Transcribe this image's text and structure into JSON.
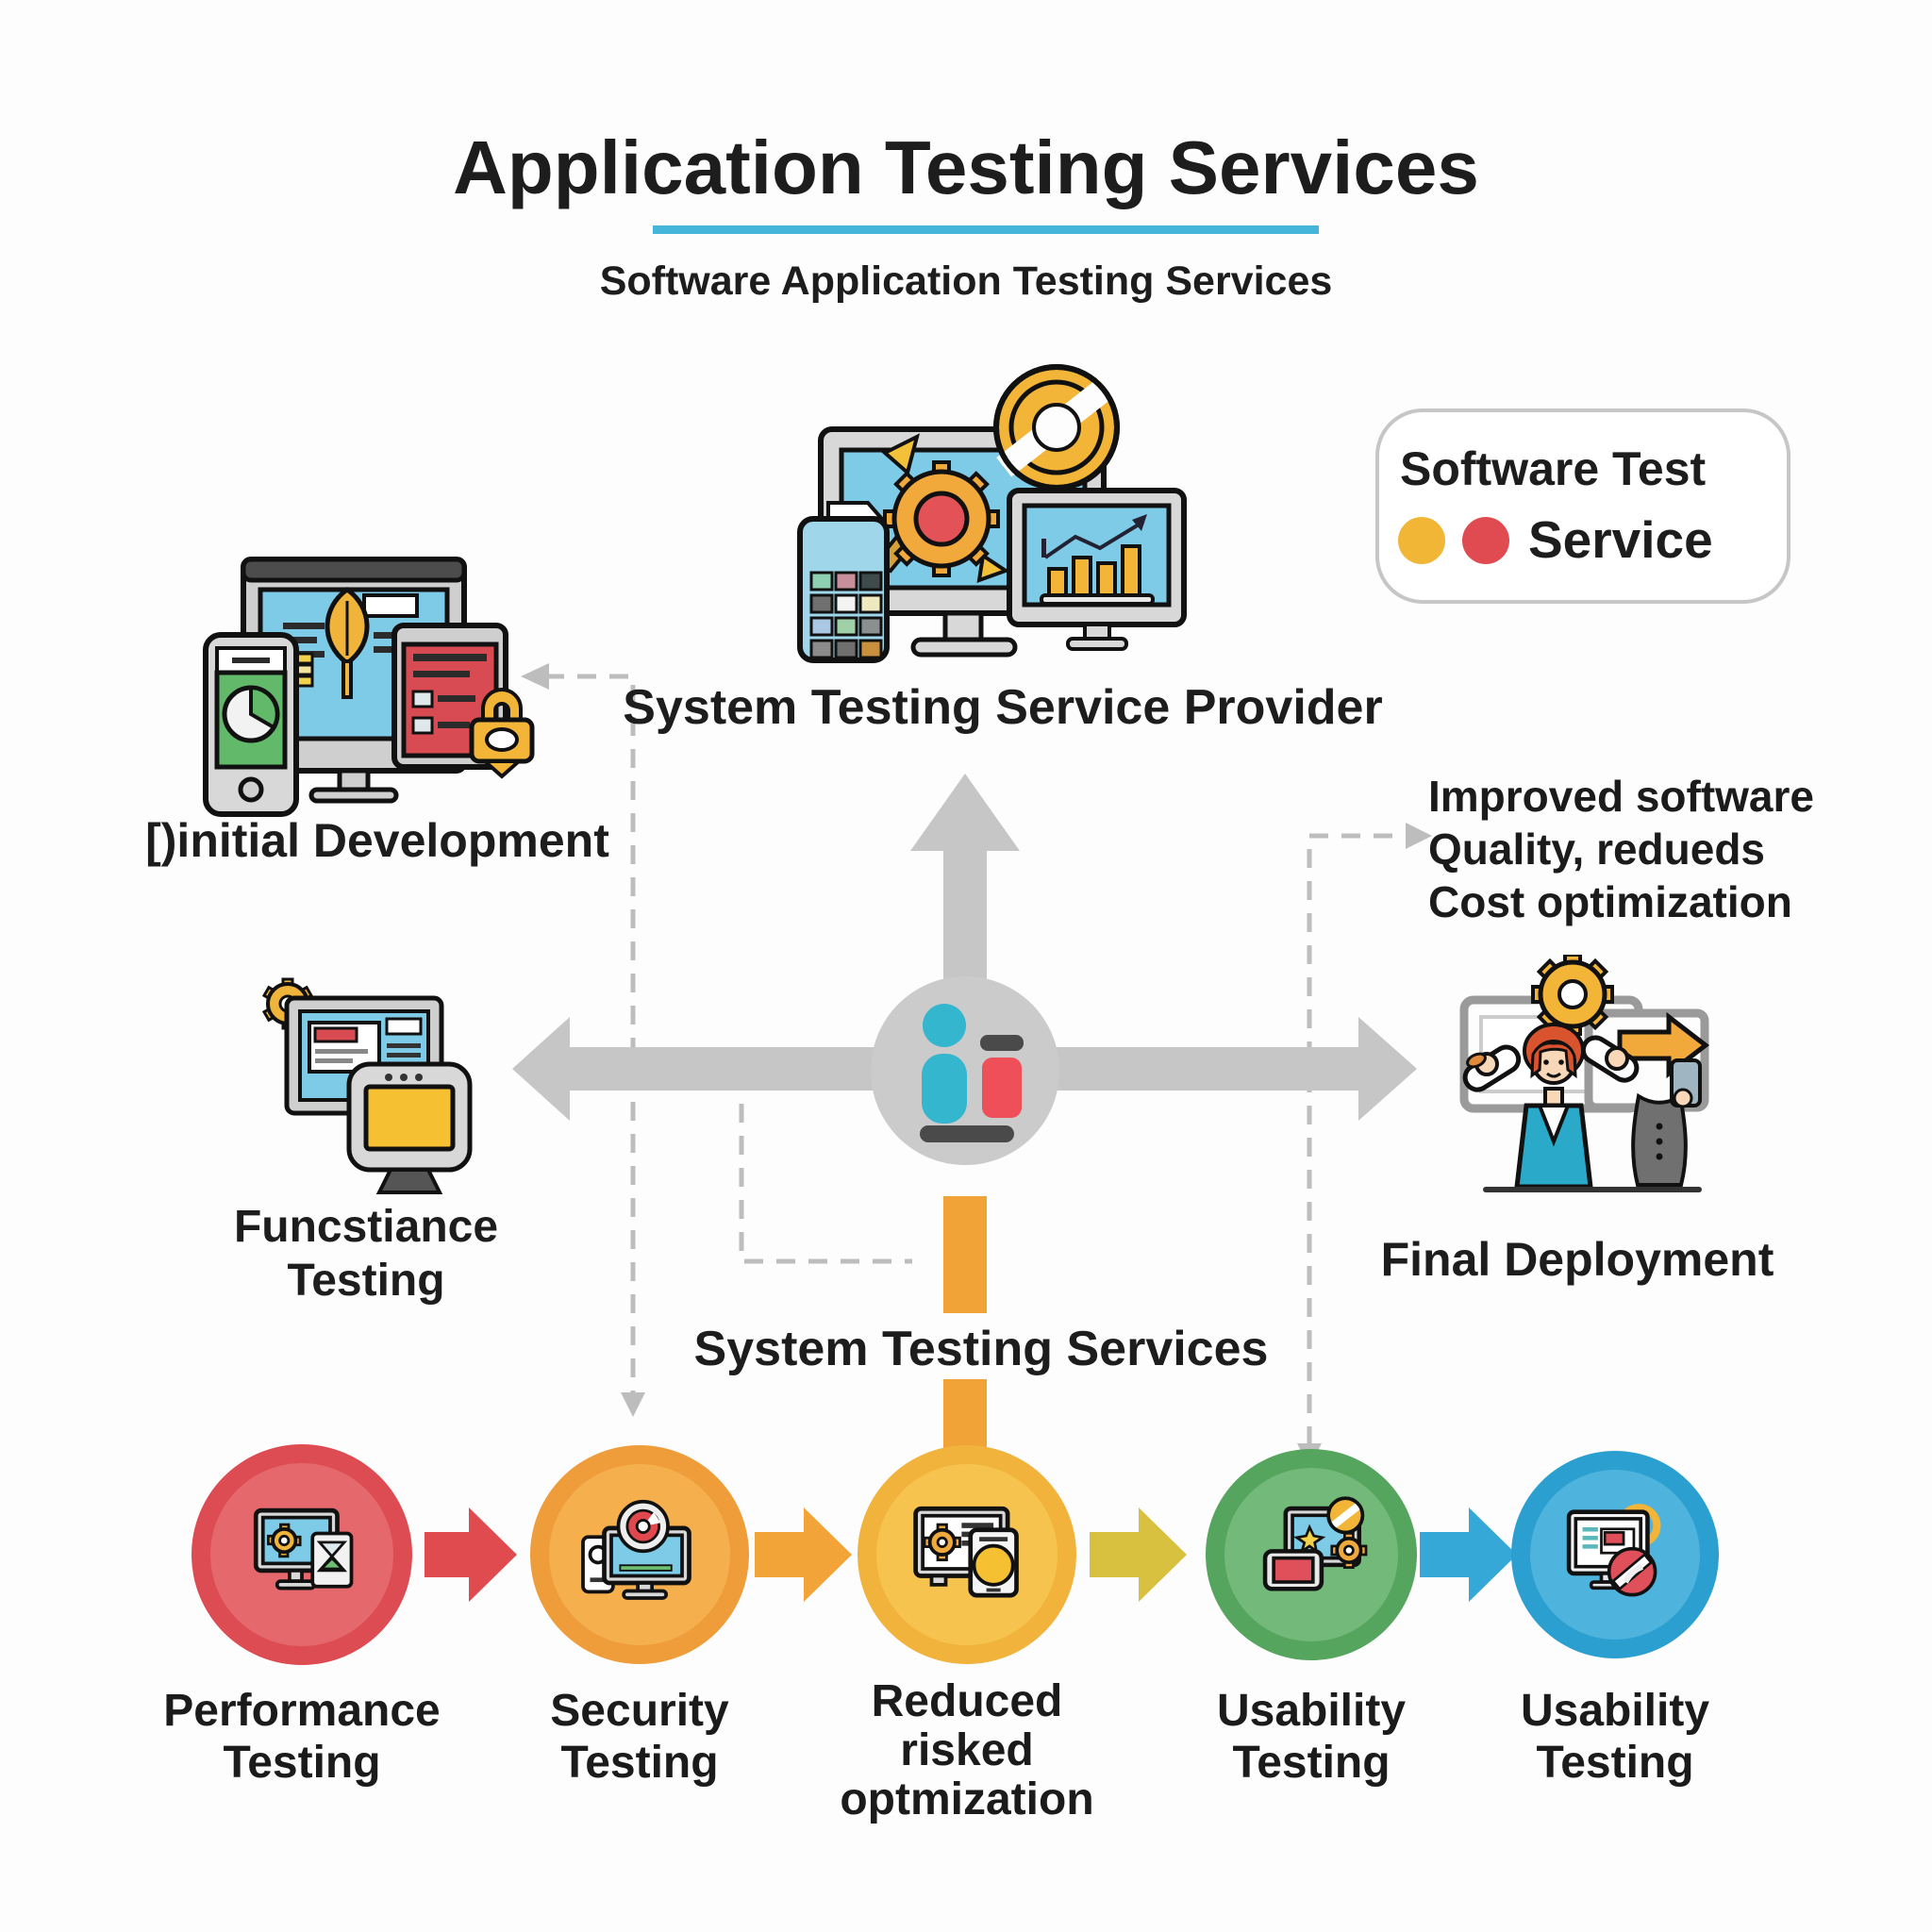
{
  "title": "Application Testing Services",
  "subtitle": "Software Application Testing Services",
  "badge": {
    "line1": "Software Test",
    "line2": "Service"
  },
  "top_node": {
    "label": "System Testing Service Provider"
  },
  "left_top_node": {
    "label": "[)initial Development"
  },
  "left_mid_node": {
    "label": [
      "Funcstiance",
      "Testing"
    ]
  },
  "right_node": {
    "label": "Final Deployment"
  },
  "benefit_text": {
    "lines": [
      "Improved software",
      "Quality, redueds",
      "Cost optimization"
    ]
  },
  "flow_label": "System Testing Services",
  "pipeline": [
    {
      "label": [
        "Performance",
        "Testing"
      ]
    },
    {
      "label": [
        "Security",
        "Testing"
      ]
    },
    {
      "label": [
        "Reduced",
        "risked",
        "optmization"
      ]
    },
    {
      "label": [
        "Usability",
        "Testing"
      ]
    },
    {
      "label": [
        "Usability",
        "Testing"
      ]
    }
  ],
  "colors": {
    "title_underline": "#45B6D9",
    "connector_gray": "#C6C6C6",
    "dashed_gray": "#BDBDBD",
    "flow_dash_orange": "#F2A338",
    "badge_dot_yellow": "#F2B636",
    "badge_dot_red": "#DF4B50",
    "pipeline_red": "#DC4C52",
    "pipeline_orange": "#EE9D3A",
    "pipeline_yellow": "#F2B33C",
    "pipeline_green": "#55A55E",
    "pipeline_blue": "#2A9FD0",
    "arrow_red": "#E04B50",
    "arrow_orange": "#F2A438",
    "arrow_olive": "#D8C13F",
    "arrow_blue": "#35A8D8"
  }
}
